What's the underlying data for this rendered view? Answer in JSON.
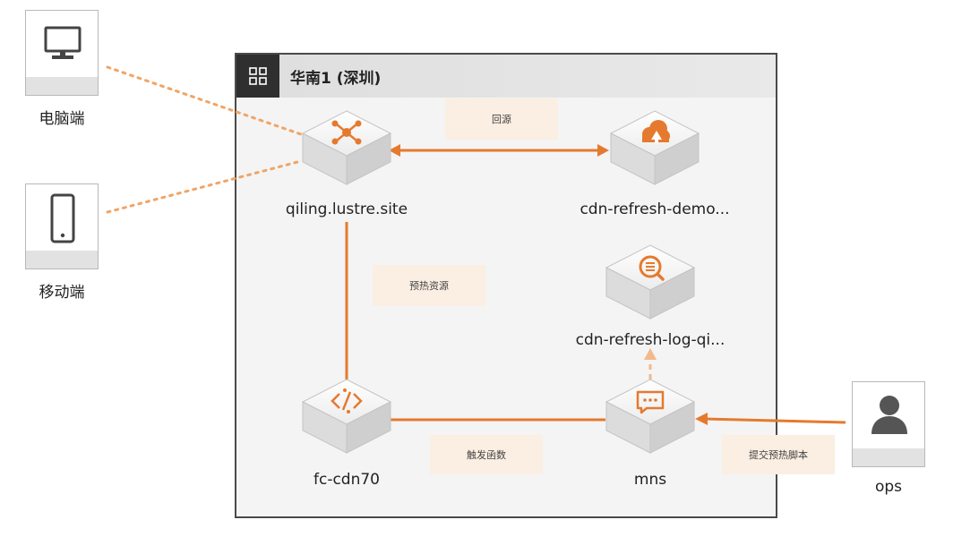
{
  "region": {
    "title": "华南1 (深圳)"
  },
  "clients": {
    "pc": "电脑端",
    "mobile": "移动端",
    "ops": "ops"
  },
  "nodes": {
    "cdn": "qiling.lustre.site",
    "oss": "cdn-refresh-demo...",
    "log": "cdn-refresh-log-qi...",
    "fc": "fc-cdn70",
    "mns": "mns"
  },
  "edges": {
    "back_to_origin": "回源",
    "preheat": "预热资源",
    "trigger": "触发函数",
    "submit": "提交预热脚本"
  },
  "icons": {
    "region": "grid-icon",
    "pc": "monitor-icon",
    "mobile": "phone-icon",
    "ops": "user-icon",
    "cdn": "cdn-icon",
    "oss": "oss-icon",
    "log": "log-service-icon",
    "fc": "function-compute-icon",
    "mns": "message-queue-icon"
  },
  "colors": {
    "accent": "#e57a2e",
    "accent_light": "#f2b98a",
    "frame": "#4a4a4a"
  }
}
